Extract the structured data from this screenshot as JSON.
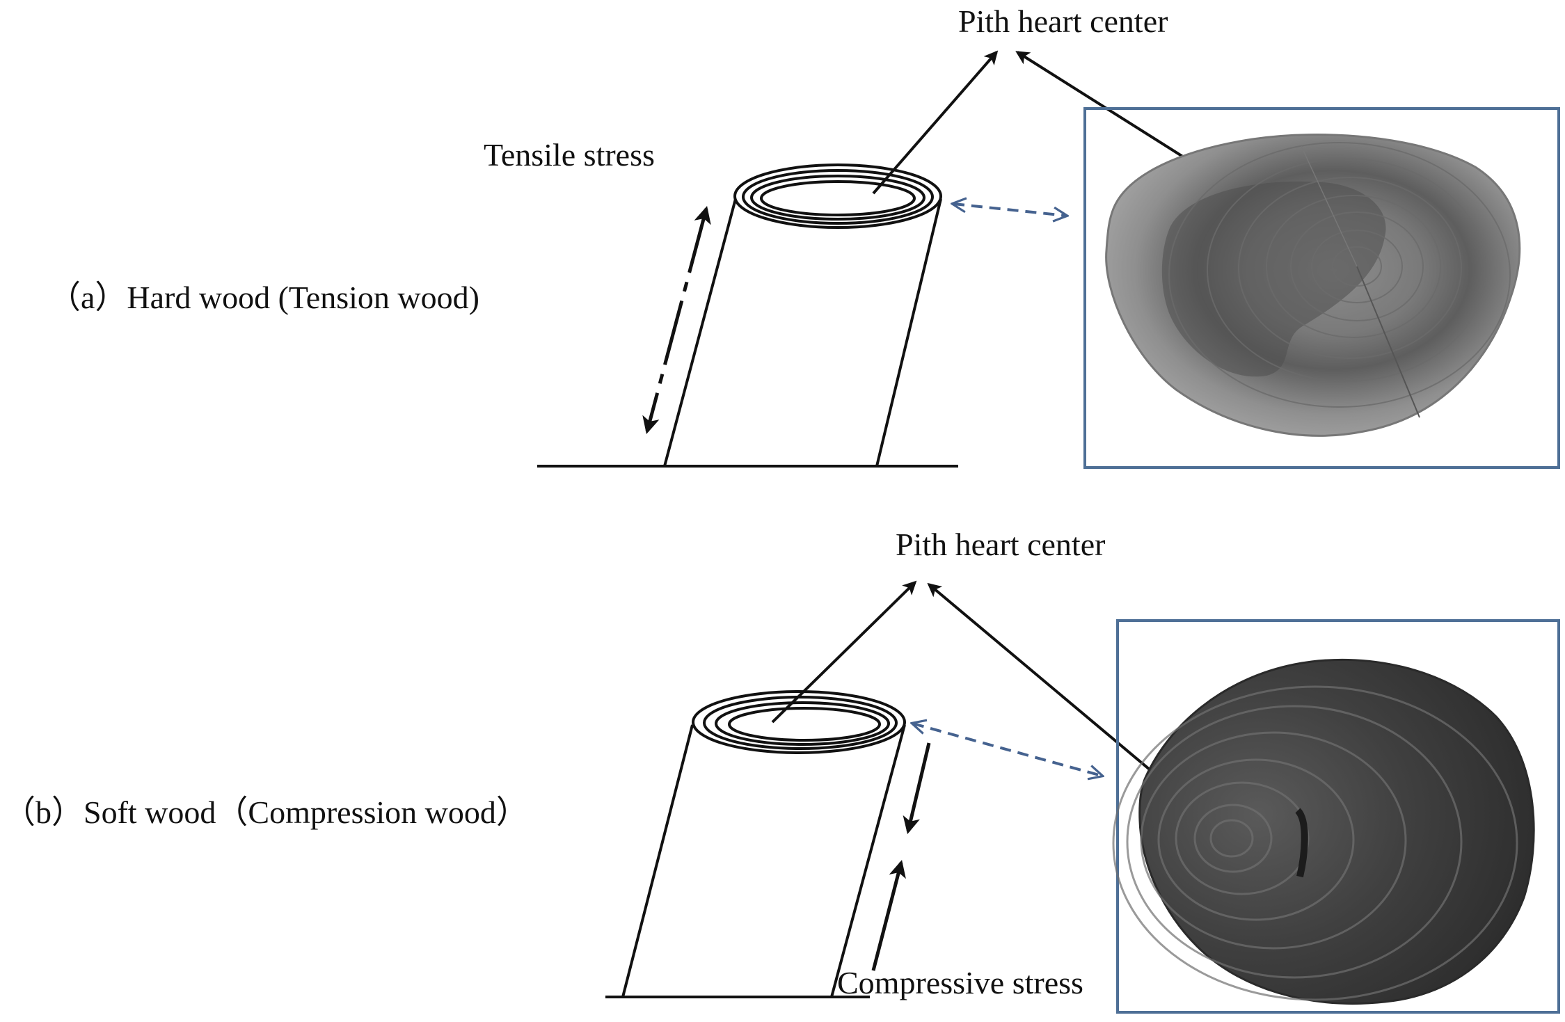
{
  "panel_a": {
    "label": "（a）Hard wood (Tension wood)",
    "pith_label": "Pith heart center",
    "stress_label": "Tensile stress"
  },
  "panel_b": {
    "label": "（b）Soft wood（Compression wood）",
    "pith_label": "Pith heart center",
    "stress_label": "Compressive stress"
  },
  "colors": {
    "line": "#111111",
    "frame": "#4e6f96",
    "dashed_arrow": "#45628f",
    "hardwood_light": "#9b9b9b",
    "hardwood_dark": "#5b5b5b",
    "softwood": "#3e3e3e"
  }
}
